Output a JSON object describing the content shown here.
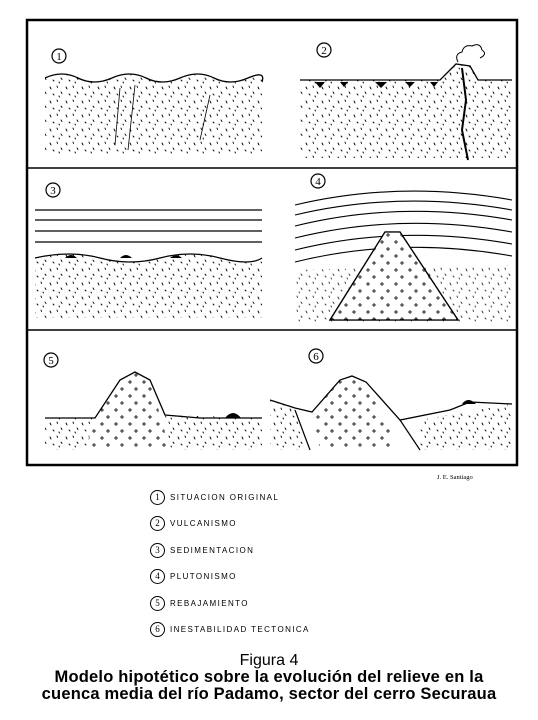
{
  "panels": [
    {
      "number": "1"
    },
    {
      "number": "2"
    },
    {
      "number": "3"
    },
    {
      "number": "4"
    },
    {
      "number": "5"
    },
    {
      "number": "6"
    }
  ],
  "credit": "J. E. Santiago",
  "legend": [
    {
      "number": "1",
      "label": "SITUACION ORIGINAL"
    },
    {
      "number": "2",
      "label": "VULCANISMO"
    },
    {
      "number": "3",
      "label": "SEDIMENTACION"
    },
    {
      "number": "4",
      "label": "PLUTONISMO"
    },
    {
      "number": "5",
      "label": "REBAJAMIENTO"
    },
    {
      "number": "6",
      "label": "INESTABILIDAD TECTONICA"
    }
  ],
  "caption": {
    "title": "Figura 4",
    "line1": "Modelo hipotético sobre la evolución del relieve en la",
    "line2": "cuenca media del río Padamo, sector del cerro Securaua"
  }
}
